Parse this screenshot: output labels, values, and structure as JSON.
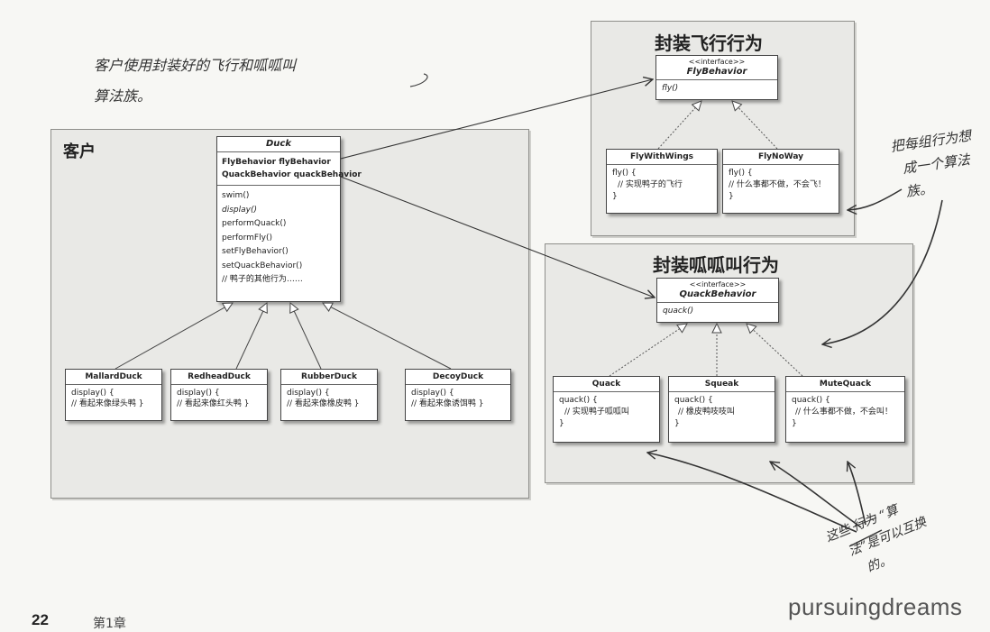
{
  "note_top": [
    "客户使用封装好的飞行和呱呱叫",
    "算法族。"
  ],
  "note_right": [
    "把每组行为想",
    "成一个算法族。"
  ],
  "note_bottom": [
    "这些",
    "行为",
    "“算",
    "法”是可以互换",
    "的。"
  ],
  "client_panel": {
    "title": "客户"
  },
  "duck": {
    "name": "Duck",
    "fields": [
      "FlyBehavior flyBehavior",
      "QuackBehavior quackBehavior"
    ],
    "methods": [
      "swim()",
      "display()",
      "performQuack()",
      "performFly()",
      "setFlyBehavior()",
      "setQuackBehavior()",
      "// 鸭子的其他行为……"
    ]
  },
  "subducks": [
    {
      "name": "MallardDuck",
      "lines": [
        "display() {",
        "// 看起来像绿头鸭 }"
      ]
    },
    {
      "name": "RedheadDuck",
      "lines": [
        "display() {",
        "// 看起来像红头鸭 }"
      ]
    },
    {
      "name": "RubberDuck",
      "lines": [
        "display() {",
        "// 看起来像橡皮鸭 }"
      ]
    },
    {
      "name": "DecoyDuck",
      "lines": [
        "display() {",
        "// 看起来像诱饵鸭 }"
      ]
    }
  ],
  "fly_panel": {
    "title": "封装飞行行为",
    "interface": {
      "stereotype": "<<interface>>",
      "name": "FlyBehavior",
      "method": "fly()"
    },
    "impls": [
      {
        "name": "FlyWithWings",
        "lines": [
          "fly() {",
          "// 实现鸭子的飞行",
          "}"
        ]
      },
      {
        "name": "FlyNoWay",
        "lines": [
          "fly() {",
          "// 什么事都不做，不会飞！",
          "}"
        ]
      }
    ]
  },
  "quack_panel": {
    "title": "封装呱呱叫行为",
    "interface": {
      "stereotype": "<<interface>>",
      "name": "QuackBehavior",
      "method": "quack()"
    },
    "impls": [
      {
        "name": "Quack",
        "lines": [
          "quack() {",
          "// 实现鸭子呱呱叫",
          "}"
        ]
      },
      {
        "name": "Squeak",
        "lines": [
          "quack() {",
          "// 橡皮鸭吱吱叫",
          "}"
        ]
      },
      {
        "name": "MuteQuack",
        "lines": [
          "quack() {",
          "// 什么事都不做，不会叫！",
          "}"
        ]
      }
    ]
  },
  "footer": {
    "page_number": "22",
    "chapter": "第1章"
  },
  "watermark": "pursuingdreams",
  "colors": {
    "panel_bg": "#e9e9e6",
    "page_bg": "#f7f7f4",
    "ink": "#222222"
  }
}
